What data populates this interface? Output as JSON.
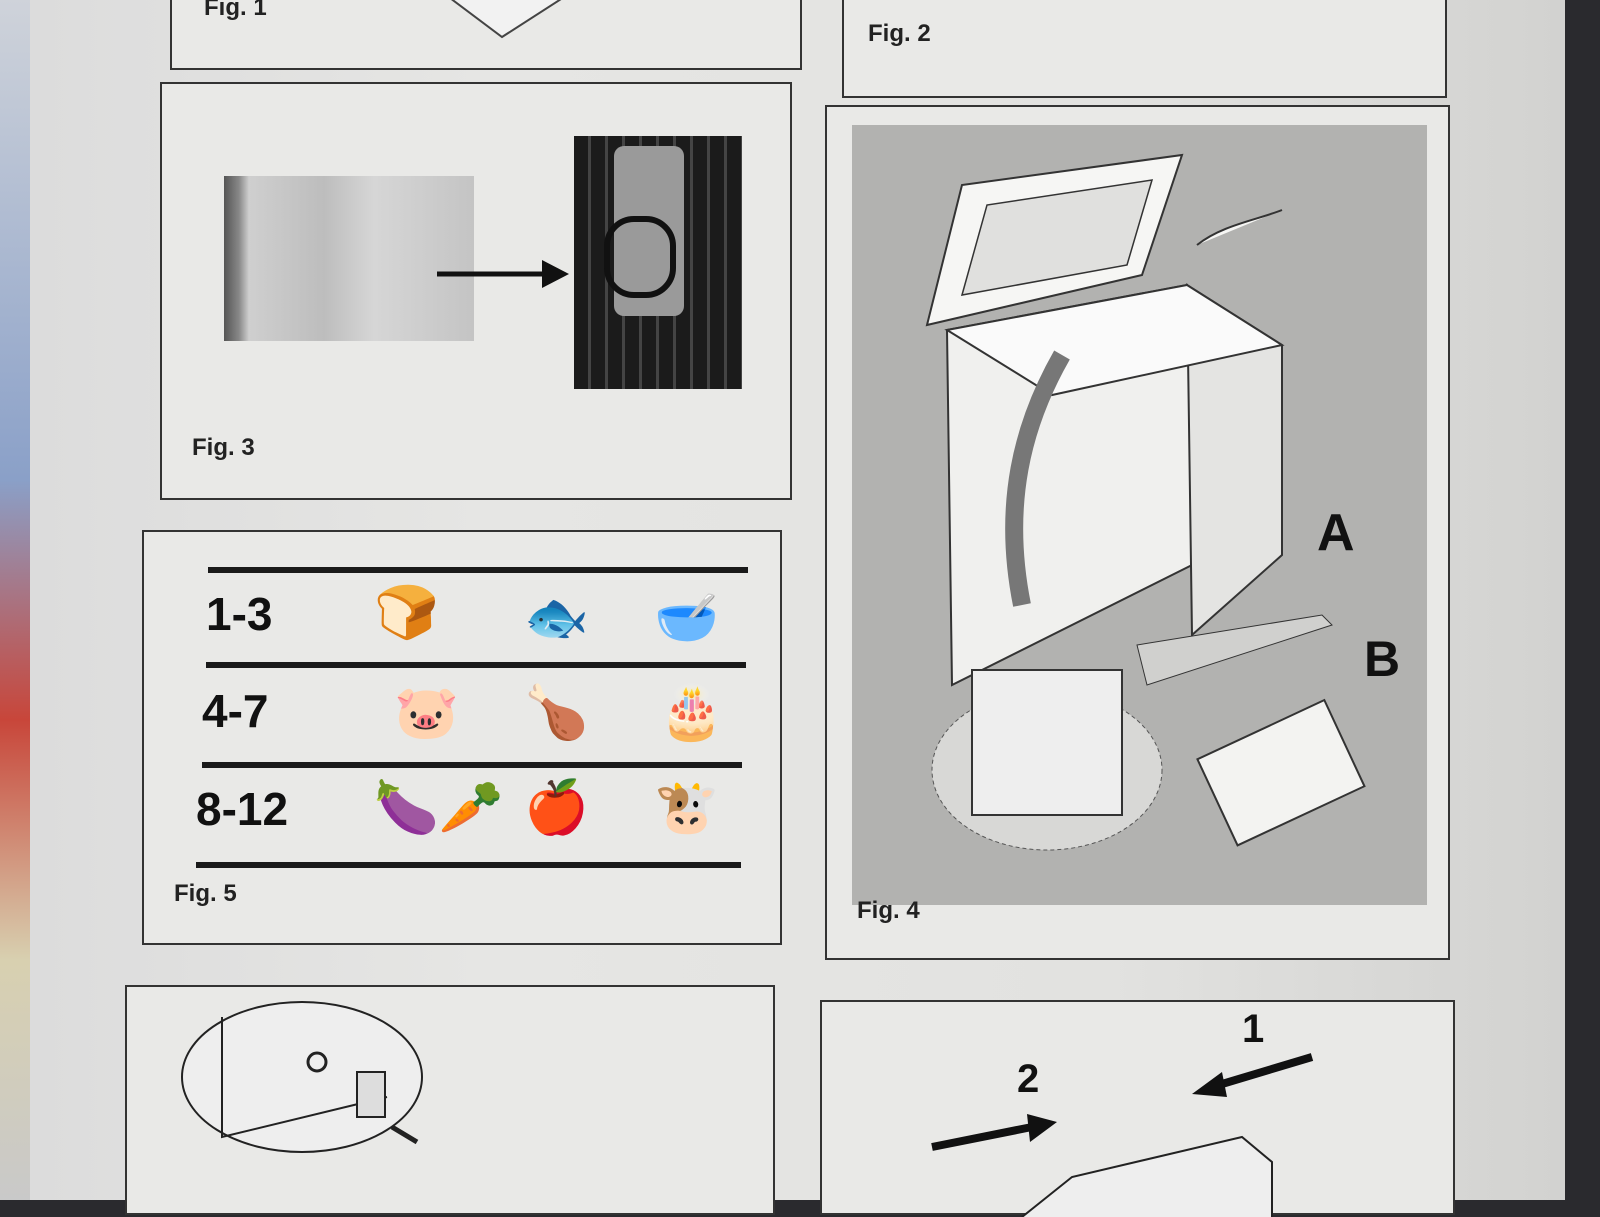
{
  "figures": {
    "fig1": "Fig. 1",
    "fig2": "Fig. 2",
    "fig3": "Fig. 3",
    "fig4": "Fig. 4",
    "fig5": "Fig. 5"
  },
  "storage_table": {
    "rows": [
      {
        "range": "1-3",
        "icons": [
          "bread-icon",
          "fish-icon",
          "bowl-icon"
        ]
      },
      {
        "range": "4-7",
        "icons": [
          "pig-icon",
          "poultry-icon",
          "cake-icon"
        ]
      },
      {
        "range": "8-12",
        "icons": [
          "vegetables-icon",
          "fruit-icon",
          "cow-icon"
        ]
      }
    ]
  },
  "fig4_labels": {
    "a": "A",
    "b": "B"
  },
  "fig7_steps": {
    "step1": "1",
    "step2": "2"
  }
}
